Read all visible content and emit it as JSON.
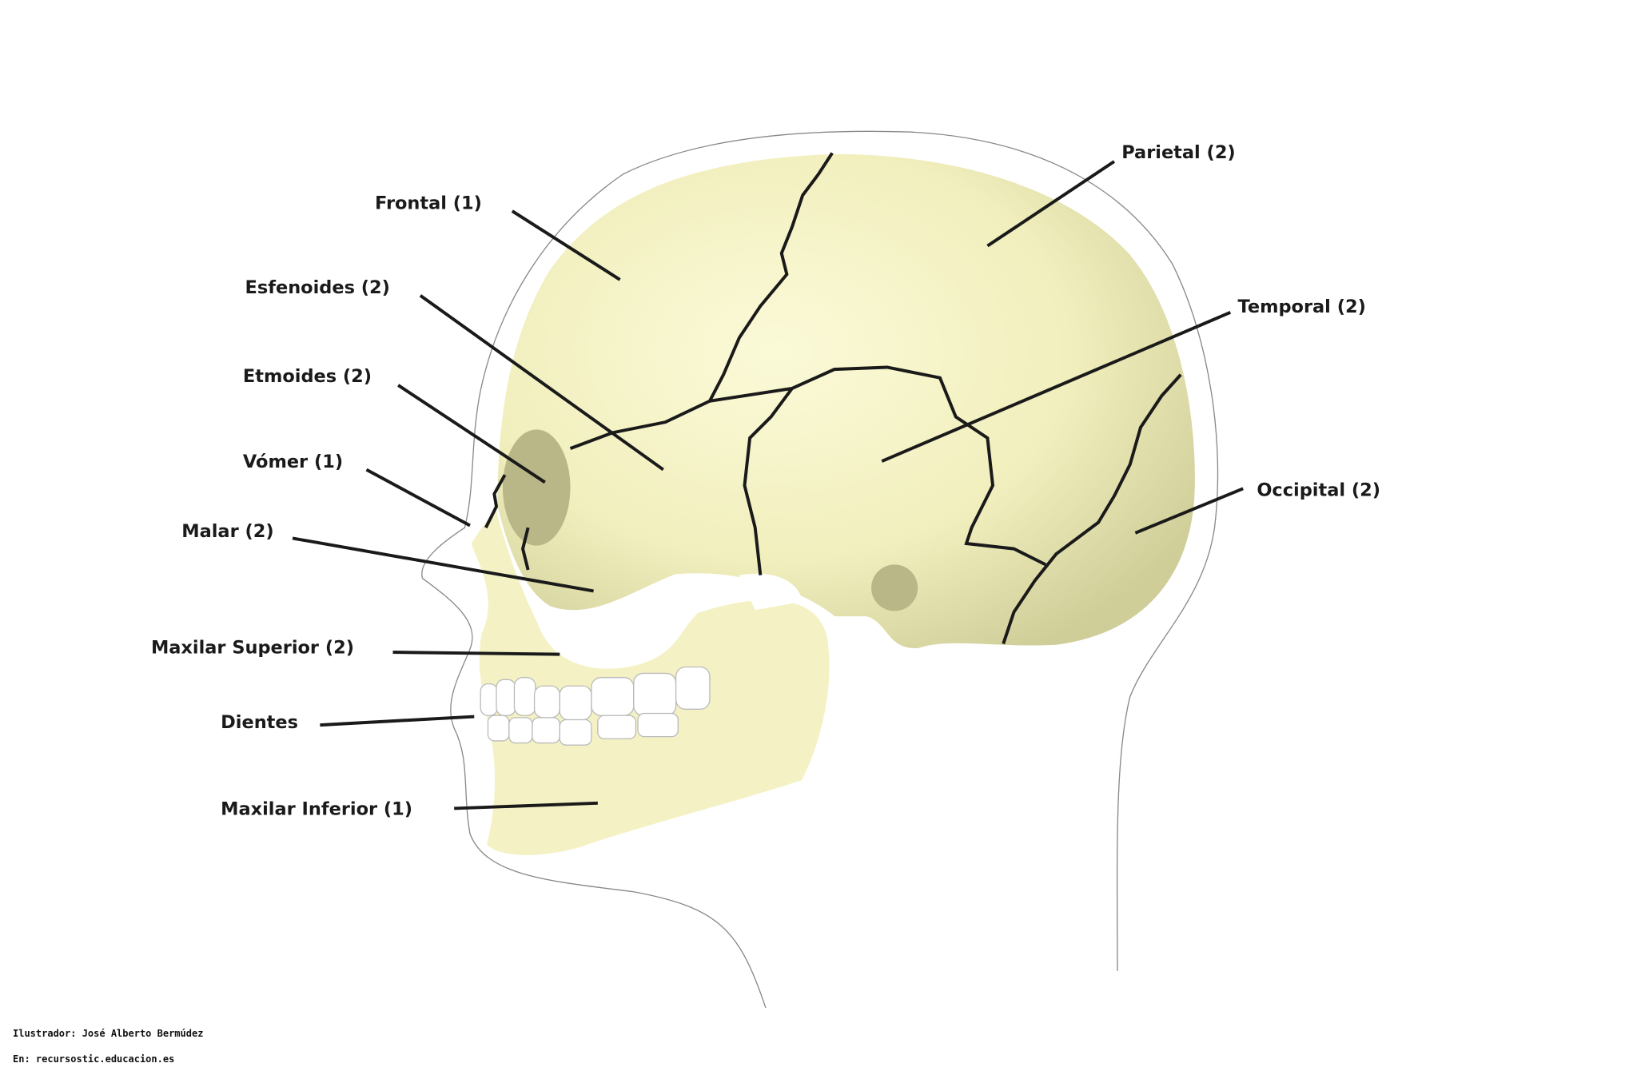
{
  "labels": {
    "frontal": "Frontal (1)",
    "esfenoides": "Esfenoides (2)",
    "etmoides": "Etmoides (2)",
    "vomer": "Vómer (1)",
    "malar": "Malar (2)",
    "maxilar_superior": "Maxilar Superior (2)",
    "dientes": "Dientes",
    "maxilar_inferior": "Maxilar Inferior (1)",
    "parietal": "Parietal (2)",
    "temporal": "Temporal (2)",
    "occipital": "Occipital (2)"
  },
  "credits": {
    "illustrator": "Ilustrador: José Alberto Bermúdez",
    "source": "En: recursostic.educacion.es"
  },
  "colors": {
    "bone": "#f3f1c0",
    "bone_shadow": "#c9c893",
    "suture": "#1a1a1a"
  }
}
